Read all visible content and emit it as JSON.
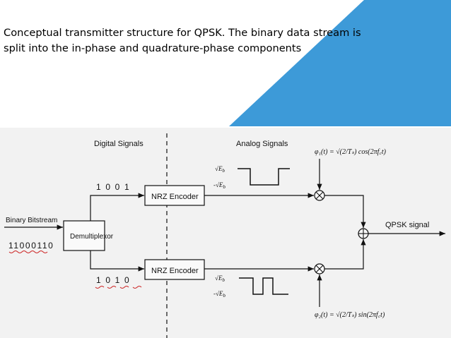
{
  "caption": {
    "line1": "Conceptual transmitter structure for QPSK. The binary data stream is",
    "line2": "split into the in-phase and quadrature-phase components"
  },
  "colors": {
    "triangle": "#3d9ad8",
    "photo_background": "#f2f2f2",
    "ink": "#111111",
    "underline_marks": "#cc2222"
  },
  "diagram": {
    "section_digital": "Digital Signals",
    "section_analog": "Analog Signals",
    "input_label": "Binary Bitstream",
    "input_bits": "11000110",
    "demux_label": "Demultiplexor",
    "upper_bits": "1  0  0  1",
    "lower_bits": "1  0  1  0",
    "nrz_upper_label": "NRZ Encoder",
    "nrz_lower_label": "NRZ Encoder",
    "level_pos": "√E",
    "level_neg": "-√E",
    "level_sub": "b",
    "phi1": "φ₁(t) = √(2/Tₛ) cos(2πf꜀t)",
    "phi2": "φ₂(t) = √(2/Tₛ) sin(2πf꜀t)",
    "output_label": "QPSK signal",
    "multiplier_icon": "multiply-circle-icon",
    "adder_icon": "sum-circle-icon"
  }
}
